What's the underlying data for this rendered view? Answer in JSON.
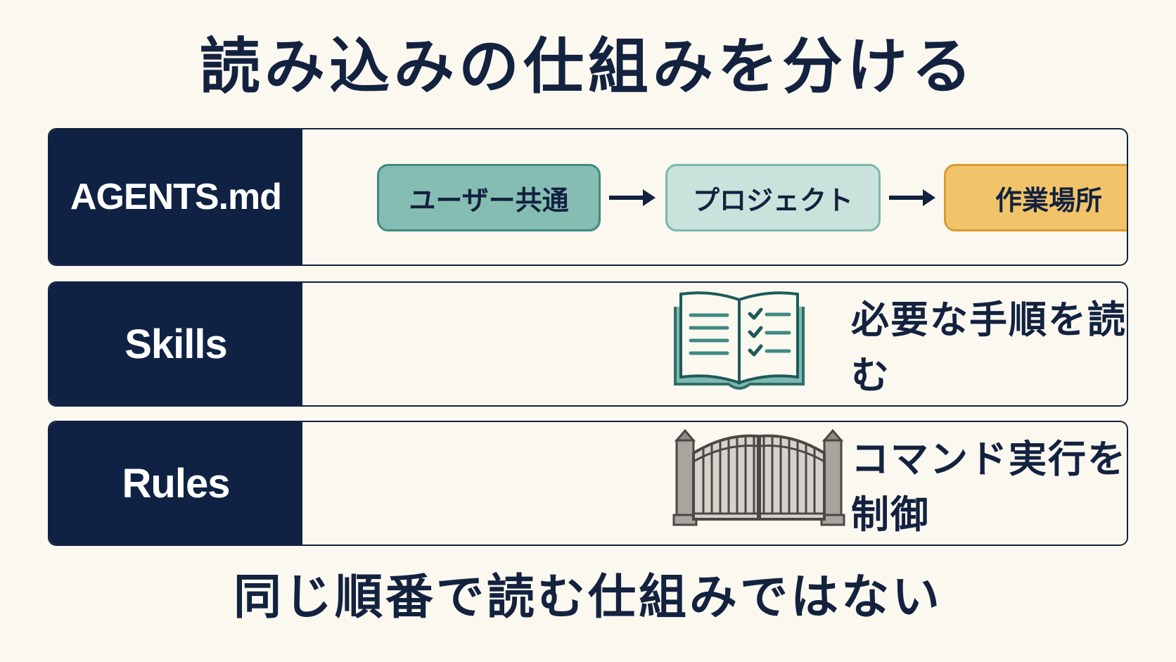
{
  "title": "読み込みの仕組みを分ける",
  "rows": [
    {
      "label": "AGENTS.md",
      "flow": [
        "ユーザー共通",
        "プロジェクト",
        "作業場所"
      ]
    },
    {
      "label": "Skills",
      "icon": "open-book-checklist-icon",
      "description": "必要な手順を読む"
    },
    {
      "label": "Rules",
      "icon": "gate-icon",
      "description": "コマンド実行を制御"
    }
  ],
  "footer": "同じ順番で読む仕組みではない",
  "colors": {
    "navy": "#0f2244",
    "teal": "#85bdb3",
    "light_teal": "#c9e3dc",
    "amber": "#f2c46a",
    "background": "#fbf8f0"
  }
}
